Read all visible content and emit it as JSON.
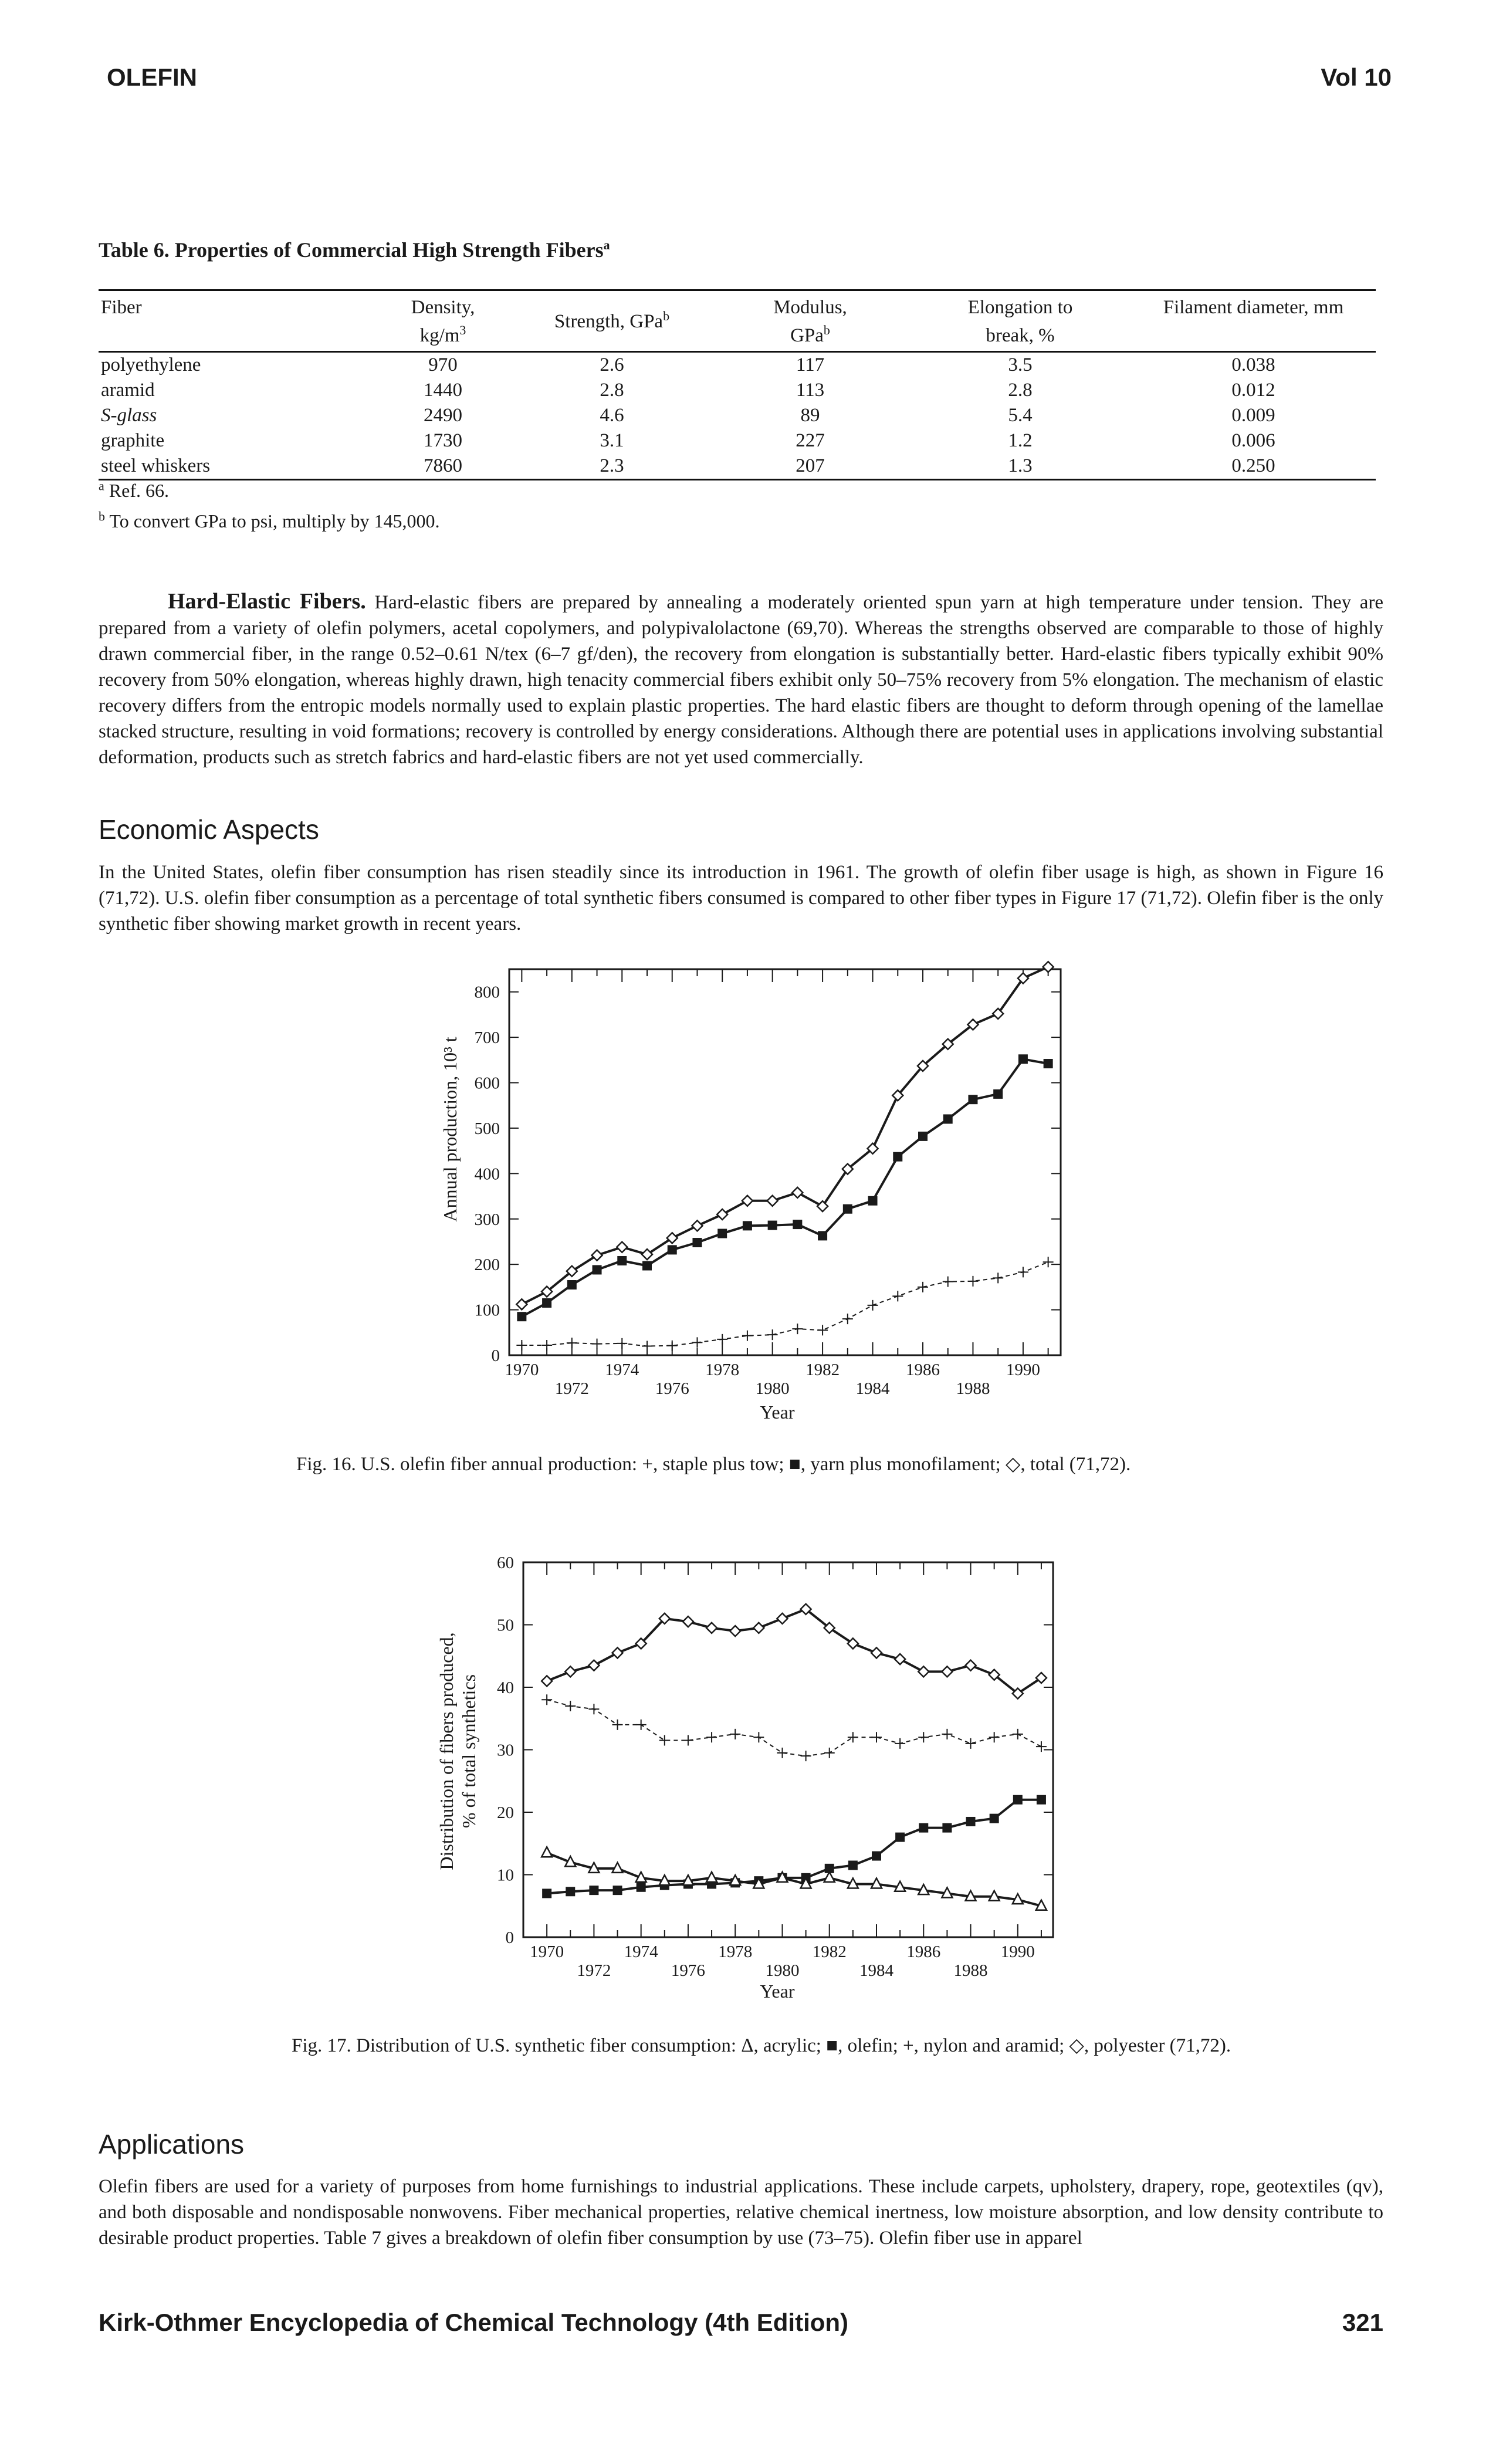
{
  "header": {
    "left": "OLEFIN",
    "right": "Vol 10"
  },
  "table": {
    "caption": "Table 6. Properties of Commercial High Strength Fibers",
    "caption_sup": "a",
    "columns": [
      {
        "line1": "Fiber",
        "line2": "",
        "sup": ""
      },
      {
        "line1": "Density,",
        "line2": "kg/m",
        "sup": "3"
      },
      {
        "line1": "Strength, GPa",
        "line2": "",
        "sup": "b"
      },
      {
        "line1": "Modulus,",
        "line2": "GPa",
        "sup": "b"
      },
      {
        "line1": "Elongation to",
        "line2": "break, %",
        "sup": ""
      },
      {
        "line1": "Filament diameter, mm",
        "line2": "",
        "sup": ""
      }
    ],
    "rows": [
      [
        "polyethylene",
        "970",
        "2.6",
        "117",
        "3.5",
        "0.038"
      ],
      [
        "aramid",
        "1440",
        "2.8",
        "113",
        "2.8",
        "0.012"
      ],
      [
        "S-glass",
        "2490",
        "4.6",
        "89",
        "5.4",
        "0.009"
      ],
      [
        "graphite",
        "1730",
        "3.1",
        "227",
        "1.2",
        "0.006"
      ],
      [
        "steel whiskers",
        "7860",
        "2.3",
        "207",
        "1.3",
        "0.250"
      ]
    ],
    "notes": [
      {
        "sup": "a",
        "text": "Ref. 66."
      },
      {
        "sup": "b",
        "text": "To convert GPa to psi, multiply by 145,000."
      }
    ]
  },
  "hard_elastic": {
    "lead": "Hard-Elastic Fibers.",
    "text": "Hard-elastic fibers are prepared by annealing a moderately oriented spun yarn at high temperature under tension. They are prepared from a variety of olefin polymers, acetal copolymers, and polypivalolactone (69,70). Whereas the strengths observed are comparable to those of highly drawn commercial fiber, in the range 0.52–0.61 N/tex (6–7 gf/den), the recovery from elongation is substantially better. Hard-elastic fibers typically exhibit 90% recovery from 50% elongation, whereas highly drawn, high tenacity commercial fibers exhibit only 50–75% recovery from 5% elongation. The mechanism of elastic recovery differs from the entropic models normally used to explain plastic properties. The hard elastic fibers are thought to deform through opening of the lamellae stacked structure, resulting in void formations; recovery is controlled by energy considerations. Although there are potential uses in applications involving substantial deformation, products such as stretch fabrics and hard-elastic fibers are not yet used commercially."
  },
  "economic": {
    "heading": "Economic Aspects",
    "text": "In the United States, olefin fiber consumption has risen steadily since its introduction in 1961. The growth of olefin fiber usage is high, as shown in Figure 16 (71,72). U.S. olefin fiber consumption as a percentage of total synthetic fibers consumed is compared to other fiber types in Figure 17 (71,72). Olefin fiber is the only synthetic fiber showing market growth in recent years."
  },
  "fig16_caption": "Fig. 16. U.S. olefin fiber annual production: +, staple plus tow; ■, yarn plus monofilament; ◇, total (71,72).",
  "fig17_caption": "Fig. 17. Distribution of U.S. synthetic fiber consumption: Δ, acrylic; ■, olefin; +, nylon and aramid; ◇, polyester (71,72).",
  "applications": {
    "heading": "Applications",
    "text": "Olefin fibers are used for a variety of purposes from home furnishings to industrial applications. These include carpets, upholstery, drapery, rope, geotextiles (qv), and both disposable and nondisposable nonwovens. Fiber mechanical properties, relative chemical inertness, low moisture absorption, and low density contribute to desirable product properties. Table 7 gives a breakdown of olefin fiber consumption by use (73–75). Olefin fiber use in apparel"
  },
  "footer": {
    "left": "Kirk-Othmer Encyclopedia of Chemical Technology (4th Edition)",
    "right": "321"
  },
  "chart_data": [
    {
      "type": "line",
      "xlabel": "Year",
      "ylabel": "Annual production, 10³ t",
      "ylim": [
        0,
        850
      ],
      "xlim": [
        1969.5,
        1991.5
      ],
      "yticks": [
        0,
        100,
        200,
        300,
        400,
        500,
        600,
        700,
        800
      ],
      "xticks_upper": [
        1970,
        1974,
        1978,
        1982,
        1986,
        1990
      ],
      "xticks_lower": [
        1972,
        1976,
        1980,
        1984,
        1988
      ],
      "x": [
        1970,
        1971,
        1972,
        1973,
        1974,
        1975,
        1976,
        1977,
        1978,
        1979,
        1980,
        1981,
        1982,
        1983,
        1984,
        1985,
        1986,
        1987,
        1988,
        1989,
        1990,
        1991
      ],
      "series": [
        {
          "marker": "diamond",
          "values": [
            112,
            140,
            185,
            220,
            238,
            222,
            258,
            285,
            310,
            340,
            340,
            358,
            328,
            410,
            455,
            572,
            637,
            685,
            728,
            752,
            830,
            855
          ]
        },
        {
          "marker": "square",
          "values": [
            85,
            115,
            155,
            188,
            208,
            197,
            232,
            248,
            268,
            285,
            286,
            288,
            263,
            322,
            340,
            437,
            482,
            520,
            563,
            575,
            652,
            642
          ]
        },
        {
          "marker": "plus",
          "values": [
            22,
            22,
            27,
            25,
            26,
            20,
            21,
            28,
            35,
            43,
            45,
            58,
            55,
            80,
            110,
            130,
            150,
            162,
            163,
            170,
            183,
            205
          ]
        }
      ]
    },
    {
      "type": "line",
      "xlabel": "Year",
      "ylabel": "Distribution of fibers produced, % of total synthetics",
      "ylim": [
        0,
        60
      ],
      "xlim": [
        1969.0,
        1991.5
      ],
      "yticks": [
        0,
        10,
        20,
        30,
        40,
        50,
        60
      ],
      "xticks_upper": [
        1970,
        1974,
        1978,
        1982,
        1986,
        1990
      ],
      "xticks_lower": [
        1972,
        1976,
        1980,
        1984,
        1988
      ],
      "x": [
        1970,
        1971,
        1972,
        1973,
        1974,
        1975,
        1976,
        1977,
        1978,
        1979,
        1980,
        1981,
        1982,
        1983,
        1984,
        1985,
        1986,
        1987,
        1988,
        1989,
        1990,
        1991
      ],
      "series": [
        {
          "marker": "diamond",
          "values": [
            41,
            42.5,
            43.5,
            45.5,
            47,
            51,
            50.5,
            49.5,
            49,
            49.5,
            51,
            52.5,
            49.5,
            47,
            45.5,
            44.5,
            42.5,
            42.5,
            43.5,
            42,
            39,
            41.5
          ]
        },
        {
          "marker": "plus",
          "values": [
            38,
            37,
            36.5,
            34,
            34,
            31.5,
            31.5,
            32,
            32.5,
            32,
            29.5,
            29,
            29.5,
            32,
            32,
            31,
            32,
            32.5,
            31,
            32,
            32.5,
            30.5
          ]
        },
        {
          "marker": "square",
          "values": [
            7,
            7.3,
            7.5,
            7.5,
            8,
            8.3,
            8.5,
            8.5,
            8.7,
            9,
            9.5,
            9.5,
            11,
            11.5,
            13,
            16,
            17.5,
            17.5,
            18.5,
            19,
            22,
            22
          ]
        },
        {
          "marker": "triangle",
          "values": [
            13.5,
            12,
            11,
            11,
            9.5,
            9,
            9,
            9.5,
            9,
            8.5,
            9.5,
            8.5,
            9.5,
            8.5,
            8.5,
            8,
            7.5,
            7,
            6.5,
            6.5,
            6,
            5
          ]
        }
      ]
    }
  ]
}
